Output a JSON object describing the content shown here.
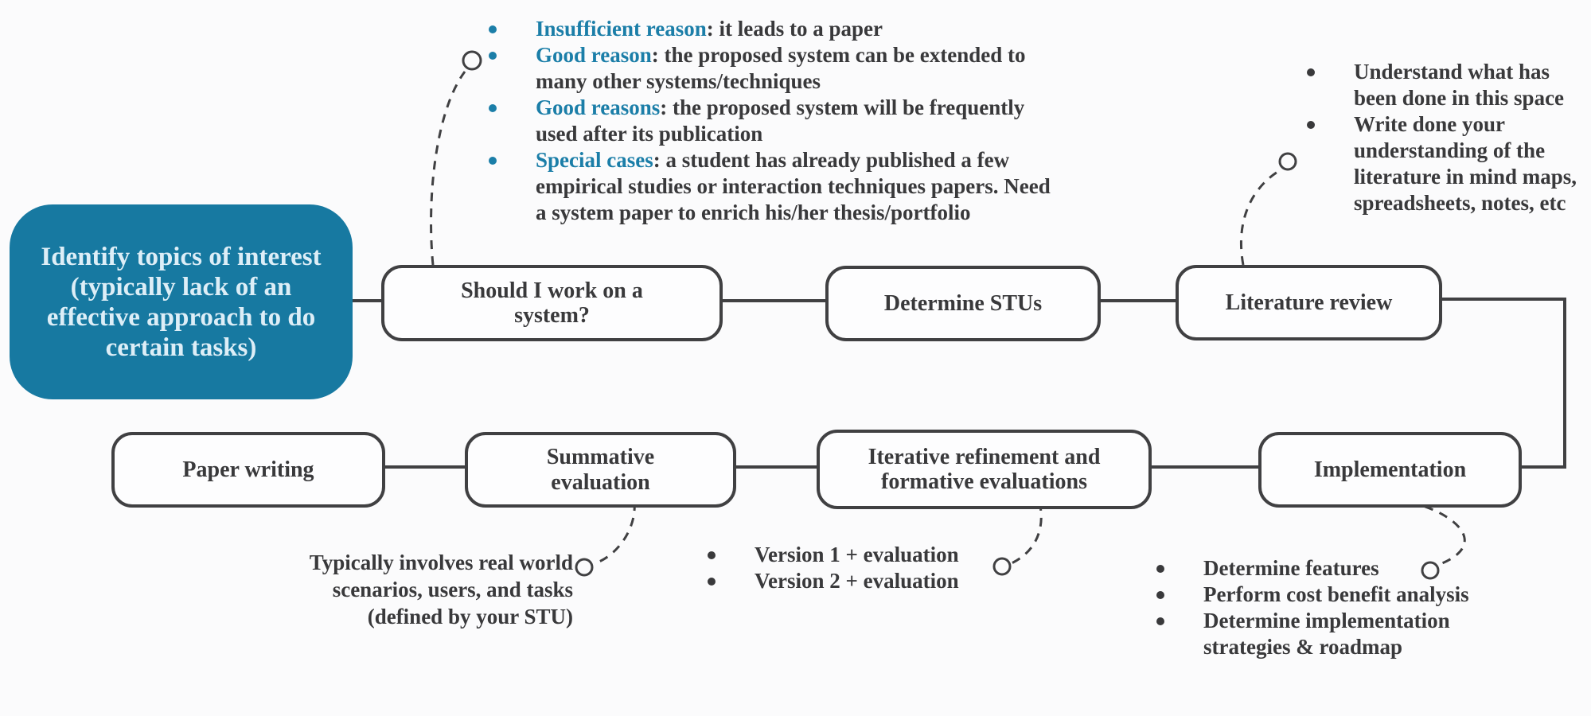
{
  "colors": {
    "teal_fill": "#1779a1",
    "teal_text": "#1b7ea8",
    "ink": "#39393b",
    "line": "#404042",
    "light_label": "#ddeef7"
  },
  "flow_boxes": {
    "identify": "Identify topics of interest (typically lack of an effective approach to do certain tasks)",
    "should": "Should I work on a system?",
    "determine": "Determine STUs",
    "literature": "Literature review",
    "paper": "Paper writing",
    "summative": "Summative evaluation",
    "iterative": "Iterative refinement and formative evaluations",
    "implementation": "Implementation"
  },
  "annotations": {
    "reasons": {
      "items": [
        {
          "lead": "Insufficient reason",
          "rest": ": it leads to a paper"
        },
        {
          "lead": "Good reason",
          "rest": ": the proposed system can be extended to many other systems/techniques"
        },
        {
          "lead": "Good reasons",
          "rest": ": the proposed system will be frequently used after its publication"
        },
        {
          "lead": "Special cases",
          "rest": ": a student has already published a few empirical studies or interaction techniques papers. Need a system paper to enrich his/her thesis/portfolio"
        }
      ]
    },
    "literature_notes": {
      "items": [
        "Understand what has been done in this space",
        "Write done your understanding of the literature in mind maps, spreadsheets, notes, etc"
      ]
    },
    "summative_note": "Typically involves real world scenarios, users, and tasks (defined by your STU)",
    "version_notes": {
      "items": [
        "Version 1 + evaluation",
        "Version 2 + evaluation"
      ]
    },
    "implementation_notes": {
      "items": [
        "Determine features",
        "Perform cost benefit analysis",
        "Determine implementation strategies & roadmap"
      ]
    }
  }
}
